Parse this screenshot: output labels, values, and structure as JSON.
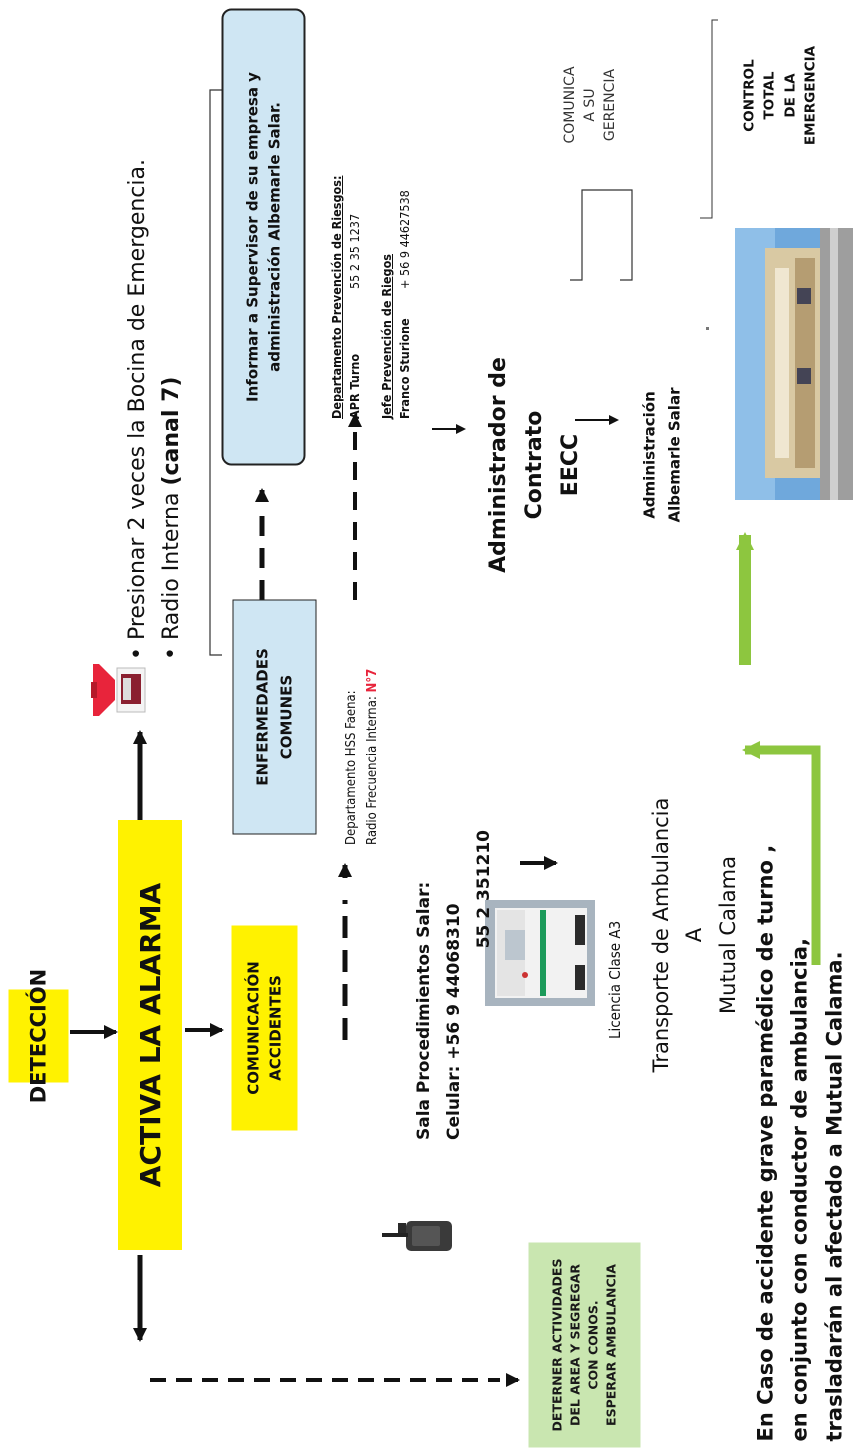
{
  "flow": {
    "deteccion": "DETECCIÓN",
    "activa": "ACTIVA LA ALARMA",
    "comunicacion": [
      "COMUNICACIÓN",
      "ACCIDENTES"
    ],
    "enfermedades": [
      "ENFERMEDADES",
      "COMUNES"
    ],
    "detener": [
      "DETERNER ACTIVIDADES",
      "DEL AREA Y SEGREGAR",
      "CON CONOS.",
      "ESPERAR AMBULANCIA"
    ]
  },
  "alarm": {
    "line1": "• Presionar 2 veces la Bocina  de Emergencia.",
    "line2_prefix": "• Radio Interna ",
    "line2_bold": "(canal 7)"
  },
  "sala": {
    "title": "Sala Procedimientos Salar:",
    "line2": "Celular:  +56 9 44068310",
    "line3": "55  2  351210"
  },
  "hss": {
    "line1": "Departamento HSS Faena:",
    "line2_prefix": "Radio Frecuencia Interna: ",
    "line2_red": "N°7"
  },
  "informar": [
    "Informar a Supervisor de su empresa y",
    "administración Albemarle Salar."
  ],
  "riesgos": {
    "dept_title": "Departamento  Prevención de Riesgos:",
    "apr_label": "APR Turno",
    "apr_phone": "55 2 35 1237",
    "jefe_title": "Jefe Prevención  de Riegos",
    "jefe_name": "Franco Sturione",
    "jefe_phone": "+ 56 9 44627538"
  },
  "ambulance": {
    "licencia": "Licencia Clase A3",
    "transporte": "Transporte de Ambulancia",
    "a": "A",
    "destino": "Mutual Calama"
  },
  "admin": {
    "contrato": "Administrador de Contrato",
    "eecc": "EECC",
    "albemarle": [
      "Administración",
      "Albemarle Salar"
    ]
  },
  "comunica": [
    "COMUNICA",
    "A SU",
    "GERENCIA"
  ],
  "control": [
    "CONTROL",
    "TOTAL",
    "DE LA",
    "EMERGENCIA"
  ],
  "footer": [
    "En Caso de  accidente grave paramédico de turno ,",
    "en conjunto con conductor de ambulancia,",
    "trasladarán al afectado a Mutual Calama."
  ],
  "colors": {
    "yellow": "#fff200",
    "blue_box": "#cfe6f3",
    "green_box": "#c9e6b0",
    "green_arrow": "#8dc63f",
    "red": "#e8243b"
  },
  "icons": [
    "horn-icon",
    "radio-icon",
    "ambulance-photo",
    "building-photo"
  ]
}
